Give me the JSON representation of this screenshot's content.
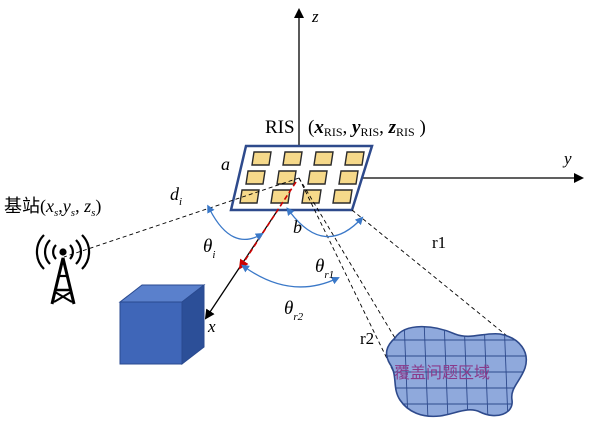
{
  "axes": {
    "x": "x",
    "y": "y",
    "z": "z"
  },
  "ris": {
    "label": "RIS",
    "coords": [
      "x",
      "RIS",
      "y",
      "RIS",
      "z",
      "RIS"
    ],
    "frame_color": "#2e4a8c",
    "element_color": "#f6d98a"
  },
  "base_station": {
    "label_cn": "基站",
    "coords": [
      "x",
      "s",
      "y",
      "s",
      "z",
      "s"
    ]
  },
  "symbols": {
    "a": "a",
    "b": "b",
    "d": "d",
    "d_sub": "i",
    "theta": "θ",
    "theta_i_sub": "i",
    "theta_r1_sub": "r1",
    "theta_r2_sub": "r2",
    "r1": "r1",
    "r2": "r2"
  },
  "coverage_area": {
    "label": "覆盖问题区域",
    "fill": "#8fa9dc",
    "text_color": "#8a3a8a"
  },
  "obstacle": {
    "front": "#3f66b8",
    "top": "#5a80cc",
    "side": "#2c4f98"
  },
  "arrow_colors": {
    "incident": "#cc0000",
    "angle_arcs": "#3a78c8"
  }
}
